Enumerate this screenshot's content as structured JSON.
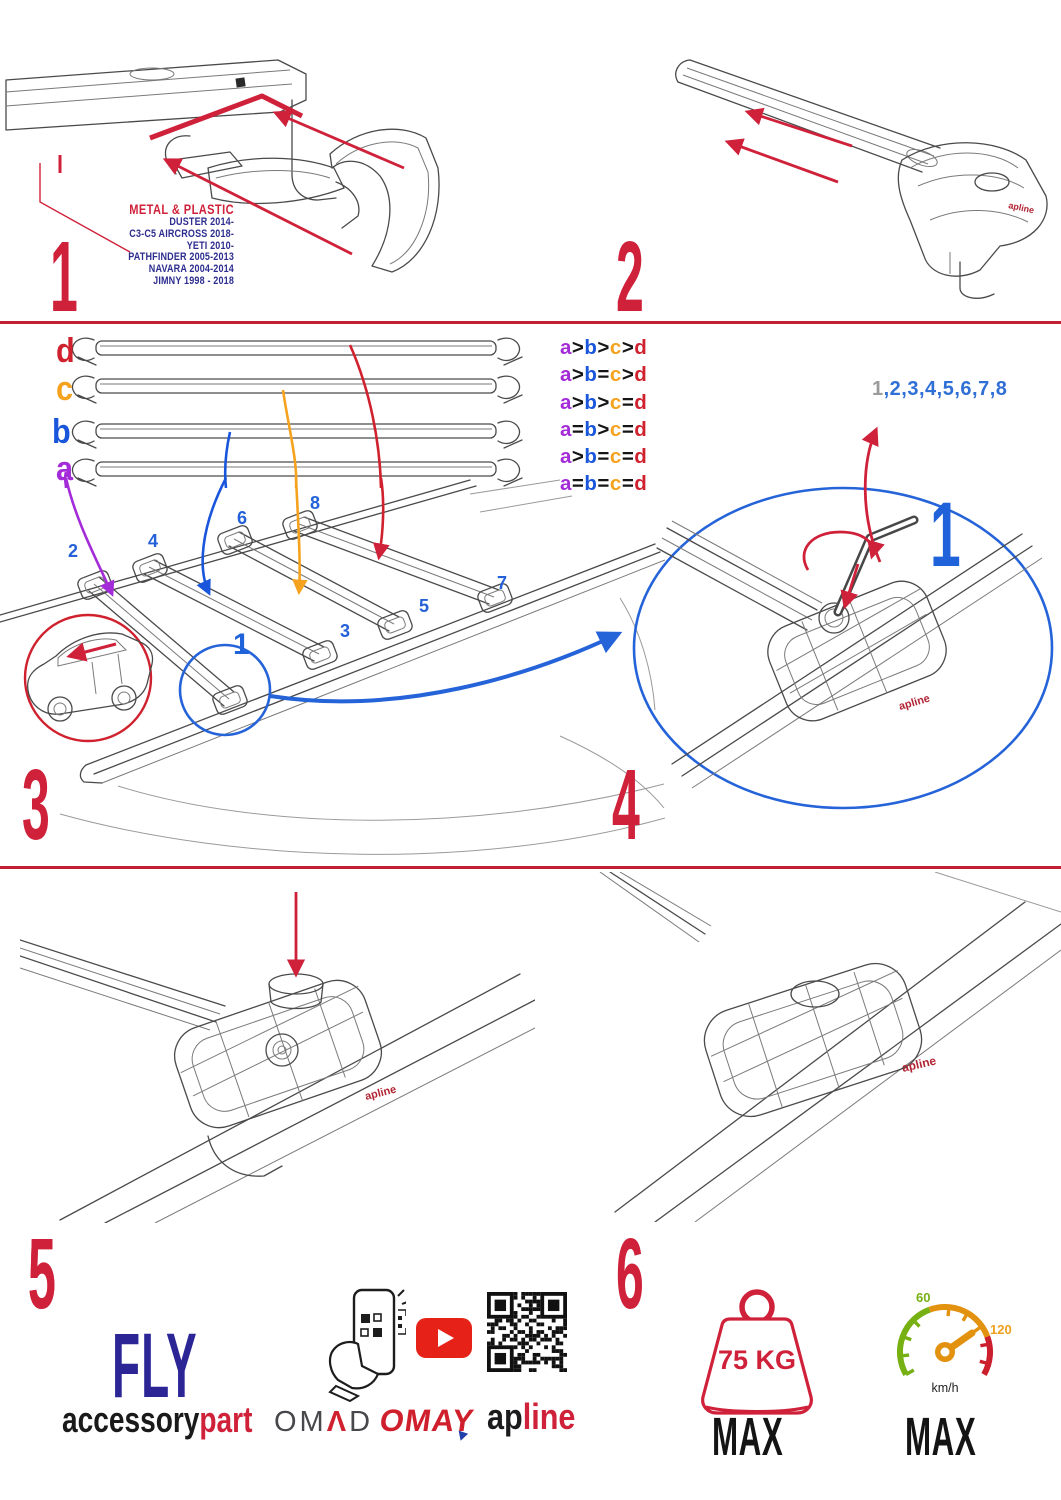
{
  "steps": [
    "1",
    "2",
    "3",
    "4",
    "5",
    "6"
  ],
  "logo_small": "apline",
  "step1": {
    "material": "METAL & PLASTIC",
    "models": [
      "DUSTER 2014-",
      "C3-C5 AIRCROSS 2018-",
      "YETI 2010-",
      "PATHFINDER 2005-2013",
      "NAVARA 2004-2014",
      "JIMNY 1998 - 2018"
    ]
  },
  "step3": {
    "bar_labels": {
      "a": "a",
      "b": "b",
      "c": "c",
      "d": "d"
    },
    "comparisons": [
      "a>b>c>d",
      "a>b=c>d",
      "a>b>c=d",
      "a=b>c=d",
      "a>b=c=d",
      "a=b=c=d"
    ],
    "roof_positions": [
      "1",
      "2",
      "3",
      "4",
      "5",
      "6",
      "7",
      "8"
    ]
  },
  "step4": {
    "sequence_first": "1",
    "sequence_rest": ",2,3,4,5,6,7,8",
    "callout": "1"
  },
  "step6": {
    "weight_value": "75 KG",
    "weight_max": "MAX",
    "speed_60": "60",
    "speed_120": "120",
    "speed_unit": "km/h",
    "speed_max": "MAX"
  },
  "footer": {
    "product": "FLY",
    "accessory_black": "accessory",
    "accessory_red": "part",
    "omad_pre": "OM",
    "omad_a": "Λ",
    "omad_post": "D",
    "omay": "OMAY",
    "apline_black": "ap",
    "apline_red": "line"
  },
  "colors": {
    "accent_red": "#d0213a",
    "divider_red": "#c12033",
    "bar_a_purple": "#a42bd8",
    "bar_b_blue": "#1a56db",
    "bar_c_orange": "#f5a31f",
    "bar_d_red": "#d0212e",
    "annotation_blue": "#2563d9",
    "sequence_gray": "#9b9b9b",
    "model_navy": "#2d2d8f",
    "fly_navy": "#2b2596",
    "youtube_red": "#e62117",
    "gauge_green": "#76b013",
    "gauge_orange": "#e2920f",
    "gauge_red": "#cc1f2d"
  }
}
